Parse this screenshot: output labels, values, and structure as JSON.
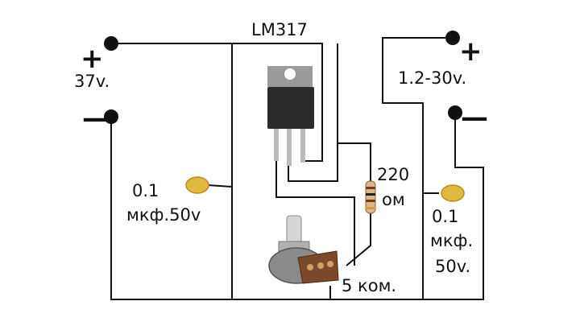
{
  "title": "LM317",
  "input": {
    "plus": "+",
    "minus": "—",
    "voltage": "37v."
  },
  "output": {
    "plus": "+",
    "minus": "—",
    "voltage": "1.2-30v."
  },
  "cap_in": {
    "value": "0.1",
    "rating": "мкф.50v"
  },
  "cap_out": {
    "value": "0.1",
    "unit": "мкф.",
    "rating": "50v."
  },
  "resistor": {
    "value": "220",
    "unit": "ом"
  },
  "pot": {
    "value": "5 ком."
  },
  "colors": {
    "wire": "#111111",
    "capacitor": "#e3b83f",
    "regulator": "#2b2b2b",
    "tab": "#9a9a9a",
    "resistor_body": "#d9b78a",
    "pot_body": "#7a4a2a",
    "shaft": "#c9c9c9"
  }
}
